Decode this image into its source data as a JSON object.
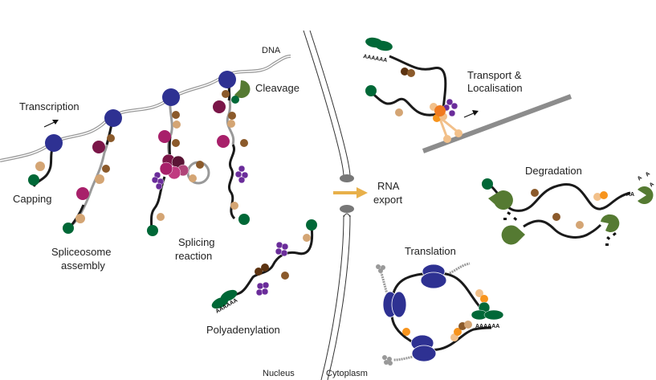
{
  "title": "mRNA life cycle: nuclear processing, export and cytoplasmic fate",
  "colors": {
    "polymerase": "#2e3192",
    "cap": "#006837",
    "rna": "#1a1a1a",
    "intron": "#999999",
    "dna": "#aaaaaa",
    "rbp_light": "#d4a574",
    "rbp_mid": "#8b5a2b",
    "rbp_dark": "#5c3311",
    "spliceosome_maroon": "#7a1648",
    "spliceosome_magenta": "#a8206a",
    "spliceosome_pink": "#c03a80",
    "spliceosome_dark": "#5a1535",
    "exon_junction": "#6a2c9a",
    "nuclease": "#557a32",
    "orange": "#f7941d",
    "orange_dark": "#f07a20",
    "peach": "#f2c08a",
    "export_arrow": "#e8b04a",
    "cytoskeleton": "#8c8c8c",
    "pore": "#777777",
    "peptide": "#999999"
  },
  "labels": {
    "dna": "DNA",
    "transcription": "Transcription",
    "capping": "Capping",
    "spliceosome_assembly_line1": "Spliceosome",
    "spliceosome_assembly_line2": "assembly",
    "splicing_reaction_line1": "Splicing",
    "splicing_reaction_line2": "reaction",
    "cleavage": "Cleavage",
    "polyadenylation": "Polyadenylation",
    "rna_export_line1": "RNA",
    "rna_export_line2": "export",
    "transport_line1": "Transport &",
    "transport_line2": "Localisation",
    "degradation": "Degradation",
    "translation": "Translation",
    "nucleus": "Nucleus",
    "cytoplasm": "Cytoplasm",
    "poly_a_tail": "AAAAAA",
    "poly_a_short": "AA",
    "released_a": "A"
  }
}
